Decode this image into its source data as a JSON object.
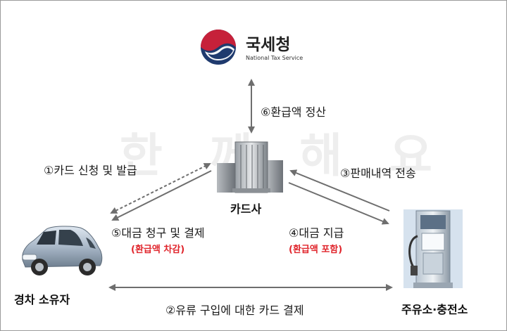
{
  "org": {
    "name": "국세청",
    "name_en": "National Tax Service",
    "brand_colors": {
      "red": "#c6213a",
      "navy": "#1f3a6e"
    }
  },
  "watermark": "한 께 해 요",
  "nodes": {
    "card_company": {
      "label": "카드사",
      "icon": "office-building-icon"
    },
    "car_owner": {
      "label": "경차 소유자",
      "icon": "compact-car-icon"
    },
    "gas_station": {
      "label": "주유소·충전소",
      "icon": "fuel-pump-icon"
    }
  },
  "flows": {
    "step1": "①카드 신청 및 발급",
    "step2": "②유류 구입에 대한 카드 결제",
    "step3": "③판매내역 전송",
    "step4": "④대금 지급",
    "step4_note": "(환급액 포함)",
    "step5": "⑤대금 청구 및 결제",
    "step5_note": "(환급액 차감)",
    "step6": "⑥환급액 정산"
  },
  "colors": {
    "note_red": "#e0242b",
    "arrow": "#6e6e6e"
  }
}
